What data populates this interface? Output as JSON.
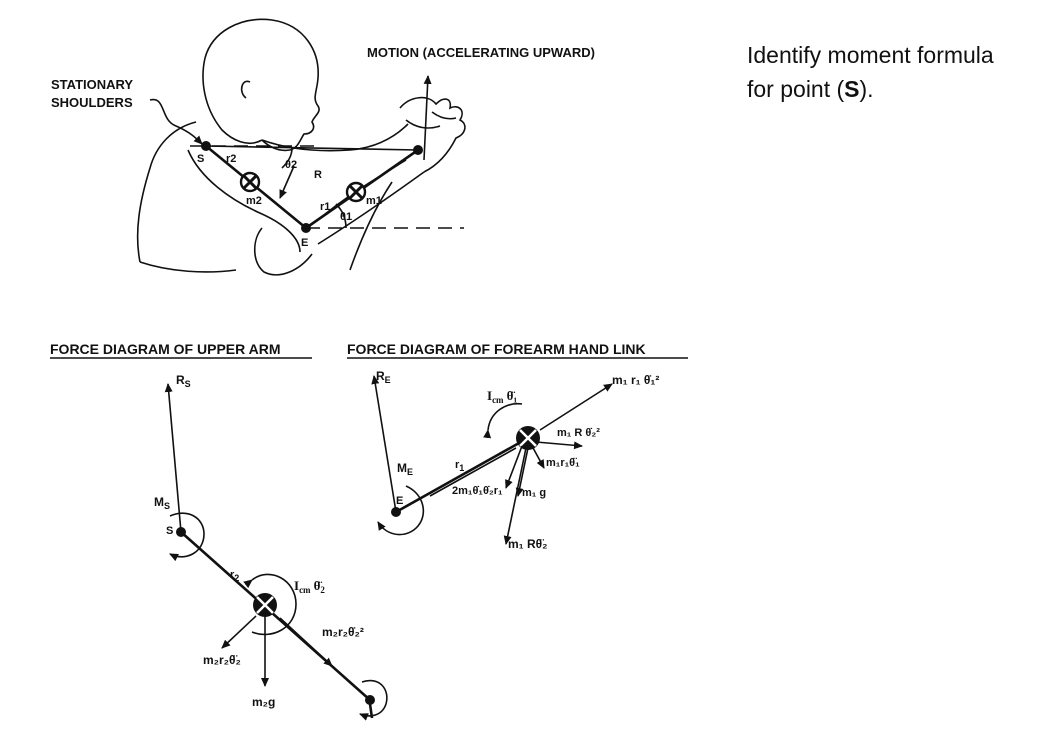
{
  "question": {
    "line1": "Identify moment formula",
    "line2_prefix": "for point (",
    "line2_bold": "S",
    "line2_suffix": ")."
  },
  "top_diagram": {
    "stationary_line1": "STATIONARY",
    "stationary_line2": "SHOULDERS",
    "motion": "MOTION (ACCELERATING UPWARD)",
    "s": "S",
    "e": "E",
    "r2": "r2",
    "theta2": "θ2",
    "R": "R",
    "m2": "m2",
    "r1": "r1",
    "theta1": "θ1",
    "m1": "m1"
  },
  "upper_arm": {
    "title": "FORCE DIAGRAM OF UPPER ARM",
    "Rs": "R",
    "Rs_sub": "S",
    "Ms": "M",
    "Ms_sub": "S",
    "S": "S",
    "r2": "r",
    "r2_sub": "2",
    "Icm": "I",
    "Icm_sub": "cm",
    "Icm_term": "θ̈",
    "Icm_term_sub": "2",
    "centripetal": "m₂r₂θ̇₂²",
    "tangential": "m₂r₂θ̈₂",
    "weight": "m₂g"
  },
  "forearm": {
    "title": "FORCE DIAGRAM OF FOREARM HAND LINK",
    "Re": "R",
    "Re_sub": "E",
    "Me": "M",
    "Me_sub": "E",
    "E": "E",
    "r1": "r",
    "r1_sub": "1",
    "Icm": "I",
    "Icm_sub": "cm",
    "Icm_term": "θ̈₁",
    "m1r1theta1dot2": "m₁ r₁ θ̇₁²",
    "m1Rtheta2dot2": "m₁ R θ̇₂²",
    "m1r1theta1ddot": "m₁r₁θ̈₁",
    "coriolis": "2m₁θ̇₁θ̇₂r₁",
    "weight": "m₁ g",
    "m1Rtheta2ddot": "m₁ Rθ̈₂"
  }
}
